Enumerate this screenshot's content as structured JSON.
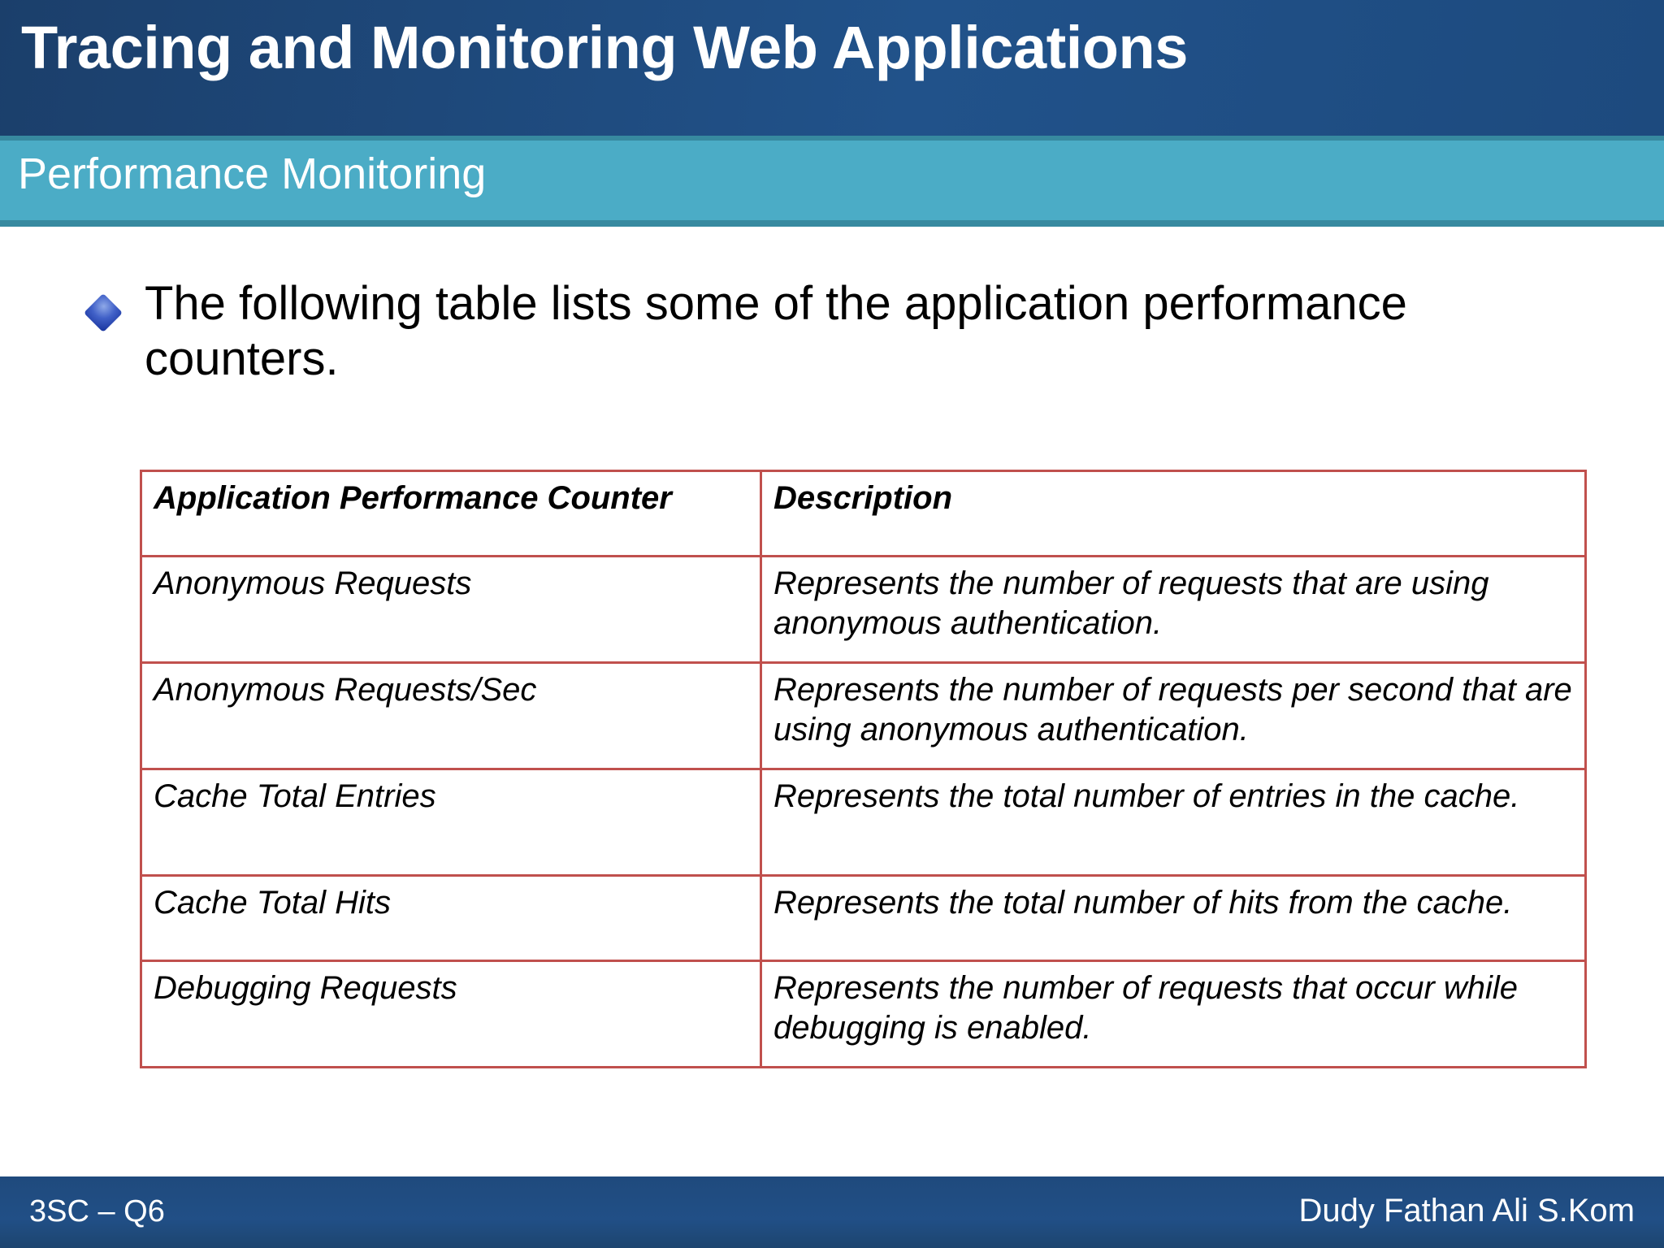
{
  "slide": {
    "title": "Tracing and Monitoring Web Applications",
    "subtitle": "Performance Monitoring",
    "bullet_icon": "blue-diamond-bullet-icon",
    "body_text": "The following table lists some of the application performance counters."
  },
  "table": {
    "headers": [
      "Application Performance Counter",
      "Description"
    ],
    "rows": [
      {
        "counter": "Anonymous Requests",
        "description": "Represents the number of requests that are using anonymous authentication."
      },
      {
        "counter": "Anonymous Requests/Sec",
        "description": "Represents the number of requests per second that are using anonymous authentication."
      },
      {
        "counter": "Cache Total Entries",
        "description": "Represents the total number of entries in the cache."
      },
      {
        "counter": "Cache Total Hits",
        "description": "Represents the total number of hits from the cache."
      },
      {
        "counter": "Debugging Requests",
        "description": "Represents the number of requests that occur while debugging is enabled."
      }
    ]
  },
  "footer": {
    "left": "3SC – Q6",
    "right": "Dudy Fathan Ali S.Kom"
  },
  "colors": {
    "title_bar": "#1d4a7e",
    "subtitle_bar": "#4bacc6",
    "table_border": "#c0504d",
    "footer_bar": "#1f4a7d",
    "bullet": "#2a46b4"
  }
}
